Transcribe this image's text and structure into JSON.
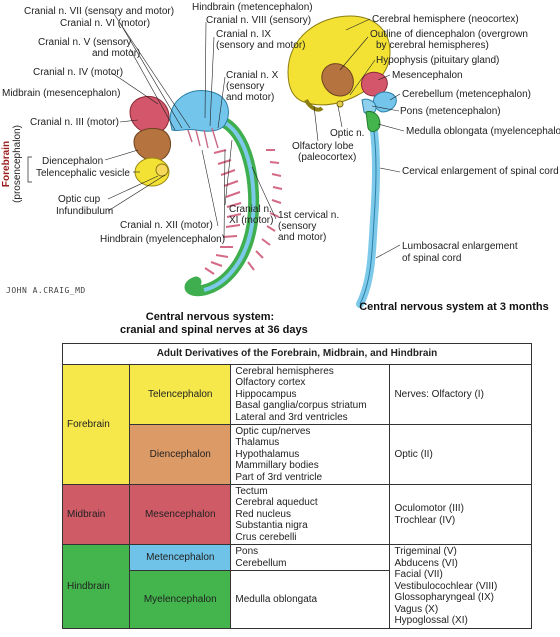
{
  "left_diagram": {
    "labels": {
      "cn7": "Cranial n. VII (sensory and motor)",
      "cn6": "Cranial n. VI (motor)",
      "cn5_a": "Cranial n. V (sensory",
      "cn5_b": "and motor)",
      "cn4": "Cranial n. IV (motor)",
      "midbrain": "Midbrain",
      "midbrain_sub": "(mesencephalon)",
      "cn3": "Cranial n. III (motor)",
      "forebrain": "Forebrain",
      "forebrain_sub": "(prosencephalon)",
      "diencephalon": "Diencephalon",
      "telencephalic": "Telencephalic vesicle",
      "optic_cup": "Optic cup",
      "infundibulum": "Infundibulum",
      "hindbrain": "Hindbrain",
      "hindbrain_sub": "(metencephalon)",
      "cn8": "Cranial n. VIII (sensory)",
      "cn9_a": "Cranial n. IX",
      "cn9_b": "(sensory and motor)",
      "cn10_a": "Cranial n. X",
      "cn10_b": "(sensory",
      "cn10_c": "and motor)",
      "cn11_a": "Cranial n.",
      "cn11_b": "XI (motor)",
      "first_cervical_a": "1st cervical n.",
      "first_cervical_b": "(sensory",
      "first_cervical_c": "and motor)",
      "cn12": "Cranial n. XII (motor)",
      "hindbrain_myel": "Hindbrain (myelencephalon)"
    },
    "caption_line1": "Central nervous system:",
    "caption_line2": "cranial and spinal nerves at 36 days",
    "signature": "JOHN A.CRAIG_MD"
  },
  "right_diagram": {
    "labels": {
      "cerebral_hemisphere": "Cerebral hemisphere (neocortex)",
      "outline_a": "Outline of diencephalon (overgrown",
      "outline_b": "by cerebral hemispheres)",
      "hypophysis": "Hypophysis (pituitary gland)",
      "mesencephalon": "Mesencephalon",
      "cerebellum": "Cerebellum (metencephalon)",
      "pons": "Pons (metencephalon)",
      "medulla": "Medulla oblongata (myelencephalon)",
      "optic_n": "Optic n.",
      "olfactory_a": "Olfactory lobe",
      "olfactory_b": "(paleocortex)",
      "cervical": "Cervical enlargement of spinal cord",
      "lumbo_a": "Lumbosacral enlargement",
      "lumbo_b": "of spinal cord"
    },
    "caption": "Central nervous system at 3 months"
  },
  "table": {
    "title": "Adult Derivatives of the Forebrain, Midbrain, and Hindbrain",
    "forebrain": {
      "region": "Forebrain",
      "tel": {
        "name": "Telencephalon",
        "items": [
          "Cerebral hemispheres",
          "Olfactory cortex",
          "Hippocampus",
          "Basal ganglia/corpus striatum",
          "Lateral and 3rd ventricles"
        ],
        "nerves": "Nerves: Olfactory (I)"
      },
      "dien": {
        "name": "Diencephalon",
        "items": [
          "Optic cup/nerves",
          "Thalamus",
          "Hypothalamus",
          "Mammillary bodies",
          "Part of 3rd ventricle"
        ],
        "nerves": "Optic (II)"
      }
    },
    "midbrain": {
      "region": "Midbrain",
      "mes": {
        "name": "Mesencephalon",
        "items": [
          "Tectum",
          "Cerebral aqueduct",
          "Red nucleus",
          "Substantia nigra",
          "Crus cerebelli"
        ],
        "nerves": [
          "Oculomotor (III)",
          "Trochlear (IV)"
        ]
      }
    },
    "hindbrain": {
      "region": "Hindbrain",
      "met": {
        "name": "Metencephalon",
        "items": [
          "Pons",
          "Cerebellum"
        ]
      },
      "myel": {
        "name": "Myelencephalon",
        "items": [
          "Medulla oblongata"
        ]
      },
      "nerves": [
        "Trigeminal (V)",
        "Abducens (VI)",
        "Facial (VII)",
        "Vestibulocochlear (VIII)",
        "Glossopharyngeal (IX)",
        "Vagus (X)",
        "Hypoglossal (XI)"
      ]
    }
  },
  "colors": {
    "yellow": "#f6e84a",
    "orange": "#dc9a66",
    "red": "#cf5b66",
    "green": "#43b54c",
    "blue": "#6fc3e8",
    "label_red": "#9b1b1b"
  }
}
